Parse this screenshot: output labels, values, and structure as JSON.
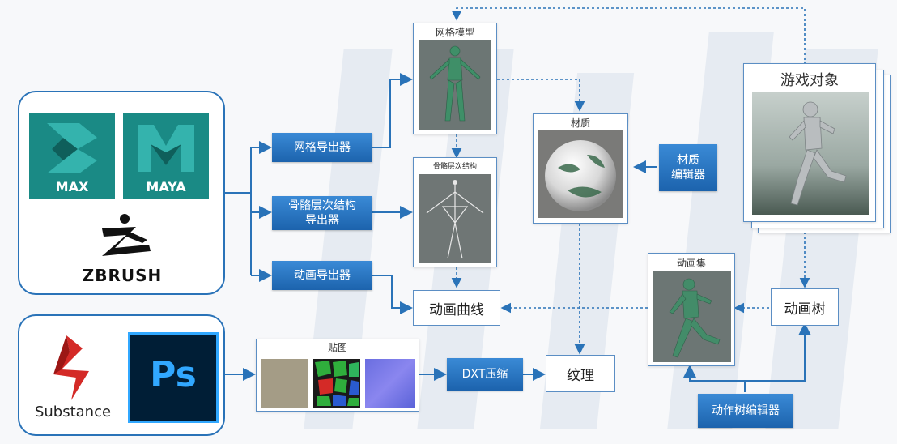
{
  "tools": {
    "max_label": "MAX",
    "maya_label": "MAYA",
    "zbrush_label": "ZBRUSH",
    "substance_label": "Substance",
    "ps_label": "Ps"
  },
  "exporters": {
    "mesh": "网格导出器",
    "skeleton_line1": "骨骼层次结构",
    "skeleton_line2": "导出器",
    "anim": "动画导出器"
  },
  "panels": {
    "mesh_model": "网格模型",
    "skeleton": "骨骼层次结构",
    "material": "材质",
    "anim_set": "动画集",
    "textures": "贴图",
    "game_object": "游戏对象"
  },
  "nodes": {
    "material_editor_line1": "材质",
    "material_editor_line2": "编辑器",
    "anim_curve": "动画曲线",
    "dxt": "DXT压缩",
    "texture": "纹理",
    "anim_tree": "动画树",
    "anim_tree_editor": "动作树编辑器"
  },
  "colors": {
    "accent_blue": "#1c63ad",
    "line_blue": "#2a73b8",
    "max_teal": "#1a8a85",
    "maya_teal": "#1a8a85",
    "ps_blue": "#31a8ff",
    "substance_red": "#d42a27"
  }
}
